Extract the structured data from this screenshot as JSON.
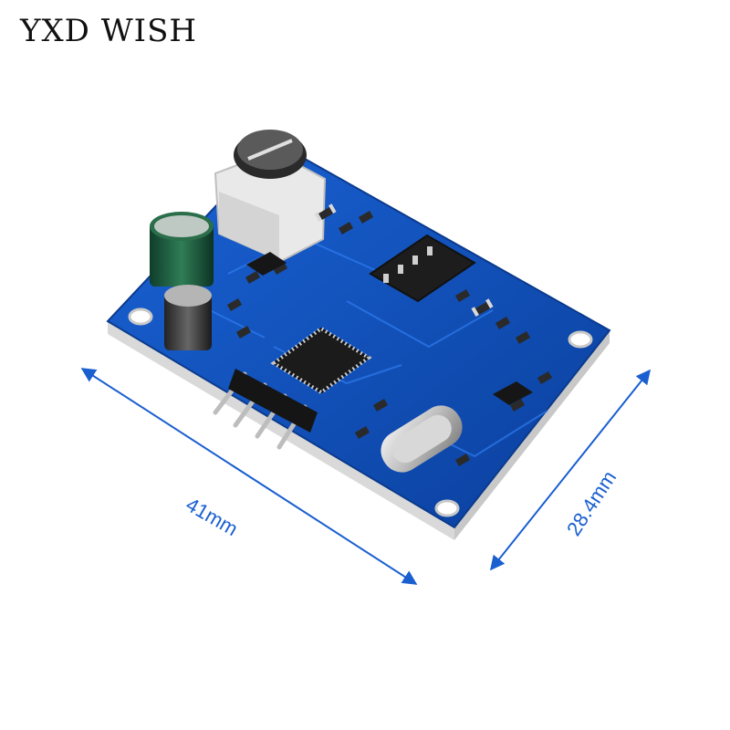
{
  "brand": {
    "text": "YXD WISH"
  },
  "dimensions": {
    "width_label": "41mm",
    "height_label": "28.4mm"
  },
  "colors": {
    "pcb": "#0b4fb8",
    "dimension_line": "#1a5fd0",
    "chip": "#1d1d1d"
  }
}
